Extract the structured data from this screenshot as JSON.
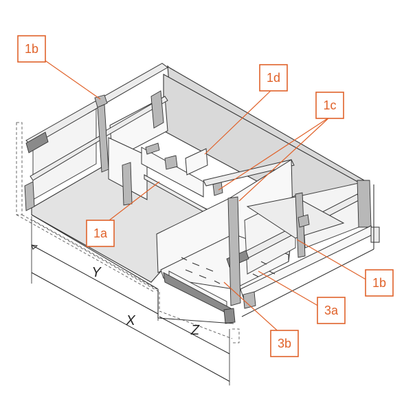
{
  "labels": {
    "1b_top": "1b",
    "1d": "1d",
    "1c": "1c",
    "1a": "1a",
    "1b_right": "1b",
    "3a": "3a",
    "3b": "3b"
  },
  "dimensions": {
    "y": "Y",
    "x": "X",
    "z": "Z"
  },
  "colors": {
    "label": "#e0622a",
    "line": "#333333",
    "panel": "#d9d9d9"
  }
}
